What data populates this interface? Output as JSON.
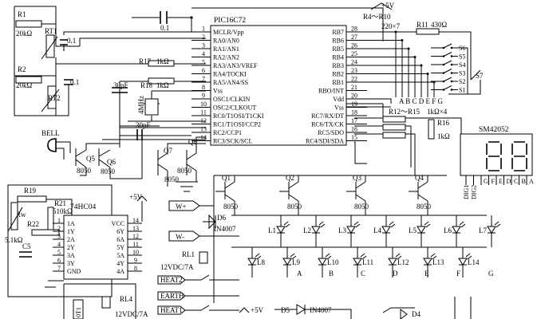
{
  "pic": {
    "name": "PIC16C72",
    "left_pins": [
      {
        "num": "1",
        "label": "MCLR/Vpp"
      },
      {
        "num": "2",
        "label": "RA0/AN0"
      },
      {
        "num": "3",
        "label": "RA1/AN1"
      },
      {
        "num": "4",
        "label": "RA2/AN2"
      },
      {
        "num": "5",
        "label": "RA3/AN3/VREF"
      },
      {
        "num": "6",
        "label": "RA4/TOCKI"
      },
      {
        "num": "7",
        "label": "RA5/AN4/SS"
      },
      {
        "num": "8",
        "label": "Vss"
      },
      {
        "num": "9",
        "label": "OSC1/CLKIN"
      },
      {
        "num": "10",
        "label": "OSC2/CLKOUT"
      },
      {
        "num": "11",
        "label": "RC0/T1OSI/T1CKI"
      },
      {
        "num": "12",
        "label": "RC1/T1OSI/CCP2"
      },
      {
        "num": "13",
        "label": "RC2/CCP1"
      },
      {
        "num": "14",
        "label": "RC3/SCK/SCL"
      }
    ],
    "right_pins": [
      {
        "num": "28",
        "label": "RB7"
      },
      {
        "num": "27",
        "label": "RB6"
      },
      {
        "num": "26",
        "label": "RB5"
      },
      {
        "num": "25",
        "label": "RB4"
      },
      {
        "num": "24",
        "label": "RB3"
      },
      {
        "num": "23",
        "label": "RB2"
      },
      {
        "num": "22",
        "label": "RB1"
      },
      {
        "num": "21",
        "label": "RBO/INT"
      },
      {
        "num": "20",
        "label": "Vdd"
      },
      {
        "num": "19",
        "label": "Vss"
      },
      {
        "num": "18",
        "label": "RC7/RX/DT"
      },
      {
        "num": "17",
        "label": "RC6/TX/CK"
      },
      {
        "num": "16",
        "label": "RC5/SDO"
      },
      {
        "num": "15",
        "label": "RC4/SDI/SDA"
      }
    ]
  },
  "hc04": {
    "name": "74HC04",
    "left_pins": [
      {
        "label": "1A",
        "num": "1"
      },
      {
        "label": "1Y",
        "num": "2"
      },
      {
        "label": "2A",
        "num": "3"
      },
      {
        "label": "2Y",
        "num": "4"
      },
      {
        "label": "3A",
        "num": "5"
      },
      {
        "label": "3Y",
        "num": "6"
      },
      {
        "label": "GND",
        "num": "7"
      }
    ],
    "right_pins": [
      {
        "label": "VCC",
        "num": "14"
      },
      {
        "label": "6Y",
        "num": "13"
      },
      {
        "label": "6A",
        "num": "12"
      },
      {
        "label": "5Y",
        "num": "11"
      },
      {
        "label": "5A",
        "num": "10"
      },
      {
        "label": "4Y",
        "num": "9"
      },
      {
        "label": "4A",
        "num": "8"
      }
    ]
  },
  "display": {
    "name": "SM42052",
    "pins": [
      "DIG1",
      "DIG2",
      "G",
      "F",
      "E",
      "D",
      "C",
      "B",
      "A"
    ]
  },
  "labels": {
    "vcc_top": "+5V",
    "vcc_hc04": "+5V",
    "vcc_bottom": "+5V",
    "r1": "R1",
    "r1_val": "20kΩ",
    "rt1": "RT1",
    "r2": "R2",
    "r2_val": "20kΩ",
    "rt2": "RT2",
    "c_01a": "0.1",
    "c_01b": "0.1",
    "c_01c": "0.1",
    "r17": "R17",
    "r17_val": "1kΩ",
    "c30a": "30pF",
    "r18": "R18",
    "r18_val": "1kΩ",
    "xtal": "4MHz",
    "c30b": "30pF",
    "r4_r10": "R4～R10",
    "r4_r10_val": "220×7",
    "r11": "R11",
    "r11_val": "430Ω",
    "switches": [
      "S6",
      "S5",
      "S4",
      "S3",
      "S2",
      "S1"
    ],
    "s7": "S7",
    "seg_letters": "A B C D E F G",
    "r12_r15": "R12～R15",
    "r12_r15_val": "1kΩ×4",
    "r16": "R16",
    "r16_val": "1kΩ",
    "bell": "BELL",
    "q5": "Q5",
    "q5_type": "8050",
    "q6": "Q6",
    "q6_type": "8050",
    "q7": "Q7",
    "q7_type": "8050",
    "q8": "Q8",
    "q8_type": "8050",
    "q1": "Q1",
    "q1_type": "8050",
    "q2": "Q2",
    "q2_type": "8050",
    "q3": "Q3",
    "q3_type": "8050",
    "q4": "Q4",
    "q4_type": "8050",
    "r19": "R19",
    "rw": "Rw",
    "r21": "R21",
    "r21_val": "510kΩ",
    "r22": "R22",
    "r22_val": "5.1kΩ",
    "c5": "C5",
    "wplus": "W+",
    "wminus": "W-",
    "d6": "D6",
    "d6_type": "IN4007",
    "rl1": "RL1",
    "rl1_val": "12VDC/7A",
    "heat2": "HEAT2",
    "earth": "EARTH",
    "heat1": "HEAT1",
    "rl4": "RL4",
    "rl4_val": "12VDC/7A",
    "d5": "D5",
    "d5_type": "IN4007",
    "d4": "D4",
    "leds_top": [
      "L1",
      "L2",
      "L3",
      "L4",
      "L5",
      "L6",
      "L7"
    ],
    "leds_bottom": [
      "L8",
      "L9",
      "L10",
      "L11",
      "L12",
      "L13",
      "L14"
    ],
    "led_letters": [
      "A",
      "B",
      "C",
      "D",
      "E",
      "F",
      "G"
    ],
    "side_box": "0T1"
  },
  "colors": {
    "ink": "#000000",
    "paper": "#ffffff"
  }
}
